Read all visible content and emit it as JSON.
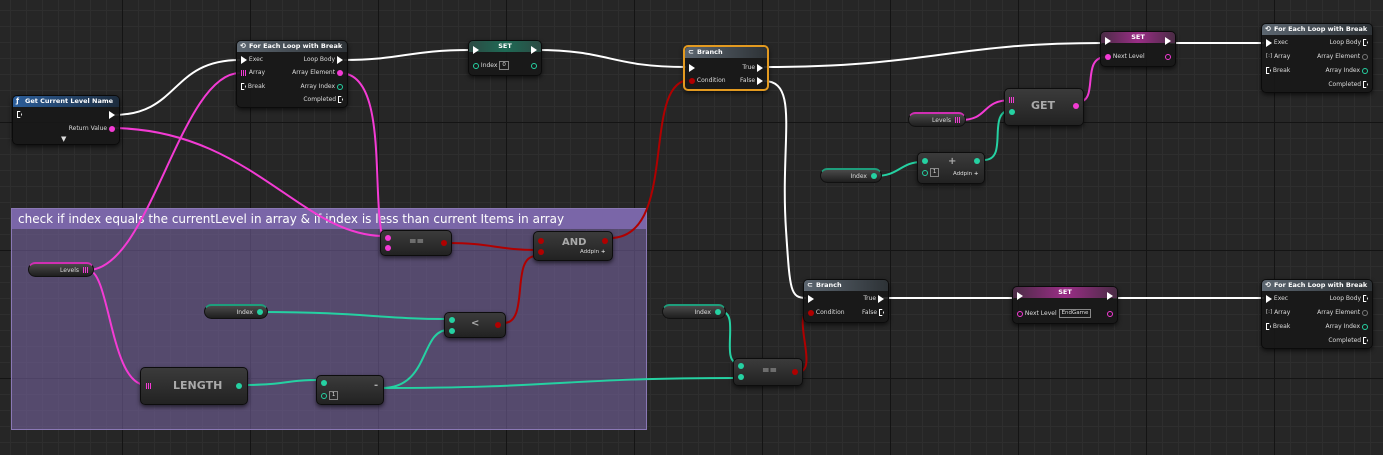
{
  "comment": {
    "title": "check if index equals the currentLevel in array & if index is less than current Items in array"
  },
  "get_level_name": {
    "title": "Get Current Level Name",
    "return_value": "Return Value"
  },
  "loop1": {
    "title": "For Each Loop with Break",
    "exec": "Exec",
    "array": "Array",
    "break": "Break",
    "loop_body": "Loop Body",
    "array_element": "Array Element",
    "array_index": "Array Index",
    "completed": "Completed"
  },
  "set1": {
    "title": "SET",
    "index_label": "Index",
    "index_value": "0"
  },
  "branch1": {
    "title": "Branch",
    "condition": "Condition",
    "true": "True",
    "false": "False"
  },
  "set2": {
    "title": "SET",
    "next_level": "Next Level"
  },
  "loop2": {
    "title": "For Each Loop with Break",
    "exec": "Exec",
    "array": "Array",
    "break": "Break",
    "loop_body": "Loop Body",
    "array_element": "Array Element",
    "array_index": "Array Index",
    "completed": "Completed"
  },
  "levels_var1": {
    "label": "Levels"
  },
  "get_node": {
    "label": "GET"
  },
  "index_var_top": {
    "label": "Index"
  },
  "add_node": {
    "op": "+",
    "value": "1",
    "addpin": "Addpin"
  },
  "levels_var2": {
    "label": "Levels"
  },
  "eq_node1": {
    "op": "=="
  },
  "and_node": {
    "op": "AND",
    "addpin": "Addpin"
  },
  "index_var2": {
    "label": "Index"
  },
  "less_node": {
    "op": "<"
  },
  "length_node": {
    "label": "LENGTH"
  },
  "minus_node": {
    "op": "-",
    "value": "1"
  },
  "index_var3": {
    "label": "Index"
  },
  "eq_node2": {
    "op": "=="
  },
  "branch2": {
    "title": "Branch",
    "condition": "Condition",
    "true": "True",
    "false": "False"
  },
  "set3": {
    "title": "SET",
    "next_level": "Next Level",
    "value": "EndGame"
  },
  "loop3": {
    "title": "For Each Loop with Break",
    "exec": "Exec",
    "array": "Array",
    "break": "Break",
    "loop_body": "Loop Body",
    "array_element": "Array Element",
    "array_index": "Array Index",
    "completed": "Completed"
  },
  "colors": {
    "exec": "#ffffff",
    "integer": "#25d1a2",
    "string": "#f33bd4",
    "bool": "#b00000",
    "comment": "#7a66a8",
    "selected": "#e39a20"
  }
}
